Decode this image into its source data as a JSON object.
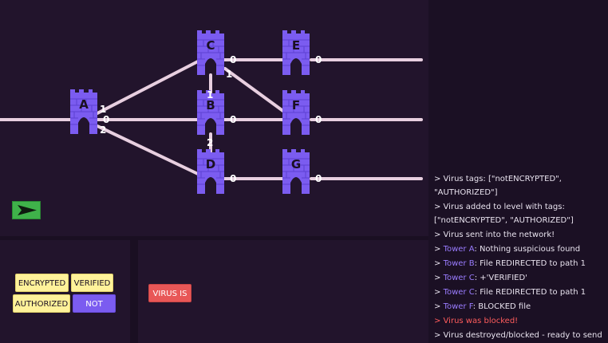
{
  "colors": {
    "background": "#1a0f22",
    "panel": "#22142c",
    "tower": "#7b5cf0",
    "path": "#e8cfe0",
    "send": "#3fb24a",
    "chip_yellow": "#fff29a",
    "chip_purple": "#7b5cf0",
    "chip_red": "#e85757",
    "log_source": "#9a7cff",
    "log_error": "#ff5c5c"
  },
  "towers": [
    {
      "id": "A",
      "label": "A"
    },
    {
      "id": "B",
      "label": "B"
    },
    {
      "id": "C",
      "label": "C"
    },
    {
      "id": "D",
      "label": "D"
    },
    {
      "id": "E",
      "label": "E"
    },
    {
      "id": "F",
      "label": "F"
    },
    {
      "id": "G",
      "label": "G"
    }
  ],
  "path_labels": {
    "a_1": "1",
    "a_0": "0",
    "a_2": "2",
    "b_0": "0",
    "b_1": "1",
    "b_2": "2",
    "c_0": "0",
    "c_1": "1",
    "d_0": "0",
    "e_0": "0",
    "f_0": "0",
    "g_0": "0"
  },
  "send_button": {
    "icon": "play-arrow-icon"
  },
  "tags": {
    "encrypted": "ENCRYPTED",
    "verified": "VERIFIED",
    "authorized": "AUTHORIZED",
    "not": "NOT"
  },
  "rule": {
    "virus_is": "VIRUS IS"
  },
  "log": [
    {
      "text": "> Virus tags: [\"notENCRYPTED\", \"AUTHORIZED\"]"
    },
    {
      "text": "> Virus added to level with tags: [\"notENCRYPTED\", \"AUTHORIZED\"]"
    },
    {
      "text": "> Virus sent into the network!"
    },
    {
      "prefix": "> ",
      "source": "Tower A",
      "text": ": Nothing suspicious found"
    },
    {
      "prefix": "> ",
      "source": "Tower B",
      "text": ": File REDIRECTED to path 1"
    },
    {
      "prefix": "> ",
      "source": "Tower C",
      "text": ": +'VERIFIED'"
    },
    {
      "prefix": "> ",
      "source": "Tower C",
      "text": ": File REDIRECTED to path 1"
    },
    {
      "prefix": "> ",
      "source": "Tower F",
      "text": ": BLOCKED file"
    },
    {
      "text": "> Virus was blocked!",
      "style": "red"
    },
    {
      "text": "> Virus destroyed/blocked - ready to send new virus"
    }
  ]
}
